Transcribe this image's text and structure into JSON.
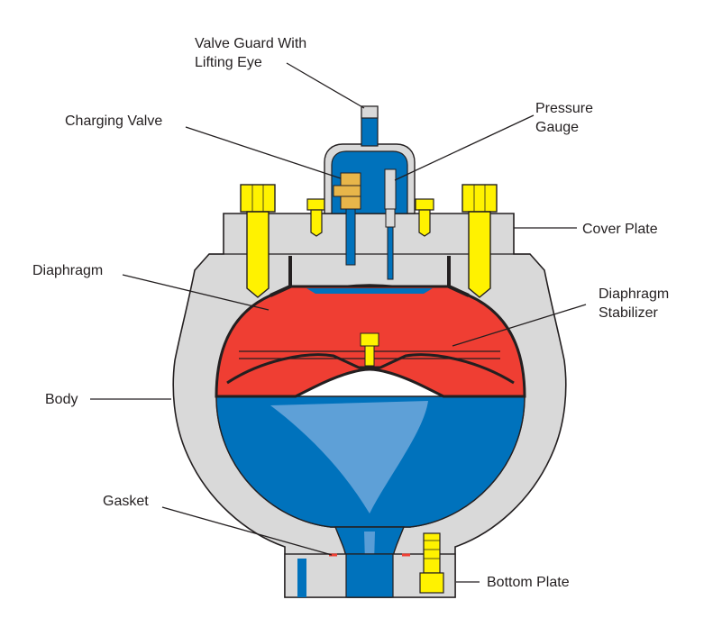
{
  "labels": {
    "valve_guard": [
      "Valve Guard With",
      "Lifting Eye"
    ],
    "charging_valve": "Charging Valve",
    "pressure_gauge": [
      "Pressure",
      "Gauge"
    ],
    "cover_plate": "Cover Plate",
    "diaphragm": "Diaphragm",
    "diaphragm_stabilizer": [
      "Diaphragm",
      "Stabilizer"
    ],
    "body": "Body",
    "gasket": "Gasket",
    "bottom_plate": "Bottom Plate"
  },
  "colors": {
    "body_gray": "#d9d9d9",
    "water_blue": "#0072bc",
    "water_highlight": "#6fa8dc",
    "diaphragm_red": "#ef3e33",
    "bolt_yellow": "#fff200",
    "valve_tan": "#e8b64a",
    "outline": "#231f20"
  },
  "icons": {
    "bolts": "hex-bolt-icon"
  }
}
